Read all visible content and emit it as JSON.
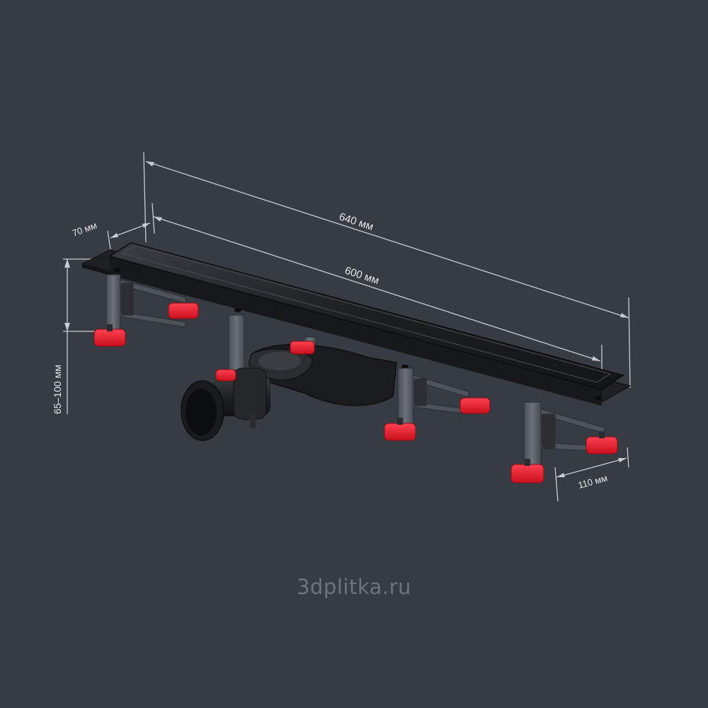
{
  "dimensions": {
    "overall_length": "640 мм",
    "grate_length": "600 мм",
    "grate_width": "70 мм",
    "height_range": "65–100 мм",
    "base_width": "110 мм"
  },
  "watermark": "3dplitka.ru",
  "colors": {
    "background": "#373b42",
    "dimension_line": "#c9ccd2",
    "drain_body": "#1f2124",
    "support_legs": "#585c63",
    "foot_pads": "#e8202f"
  },
  "icons": [
    "shower-drain-illustration"
  ]
}
